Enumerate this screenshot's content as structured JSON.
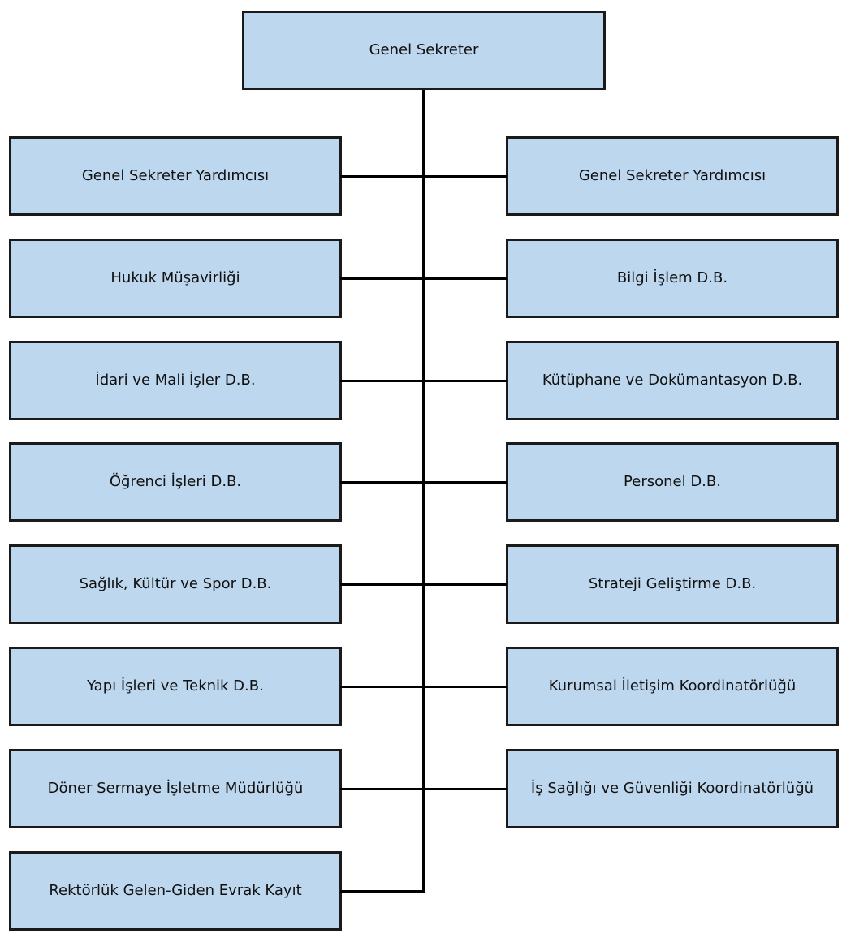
{
  "colors": {
    "box_fill": "#bdd7ee",
    "box_border": "#1a1a1a",
    "line": "#000000"
  },
  "root": {
    "label": "Genel Sekreter"
  },
  "left_units": [
    "Genel Sekreter Yardımcısı",
    "Hukuk Müşavirliği",
    "İdari ve Mali İşler D.B.",
    "Öğrenci İşleri D.B.",
    "Sağlık, Kültür ve Spor D.B.",
    "Yapı İşleri ve Teknik D.B.",
    "Döner Sermaye İşletme Müdürlüğü",
    "Rektörlük Gelen-Giden Evrak Kayıt"
  ],
  "right_units": [
    "Genel Sekreter Yardımcısı",
    "Bilgi İşlem D.B.",
    "Kütüphane ve Dokümantasyon D.B.",
    "Personel D.B.",
    "Strateji Geliştirme D.B.",
    "Kurumsal İletişim Koordinatörlüğü",
    "İş Sağlığı ve Güvenliği Koordinatörlüğü"
  ]
}
